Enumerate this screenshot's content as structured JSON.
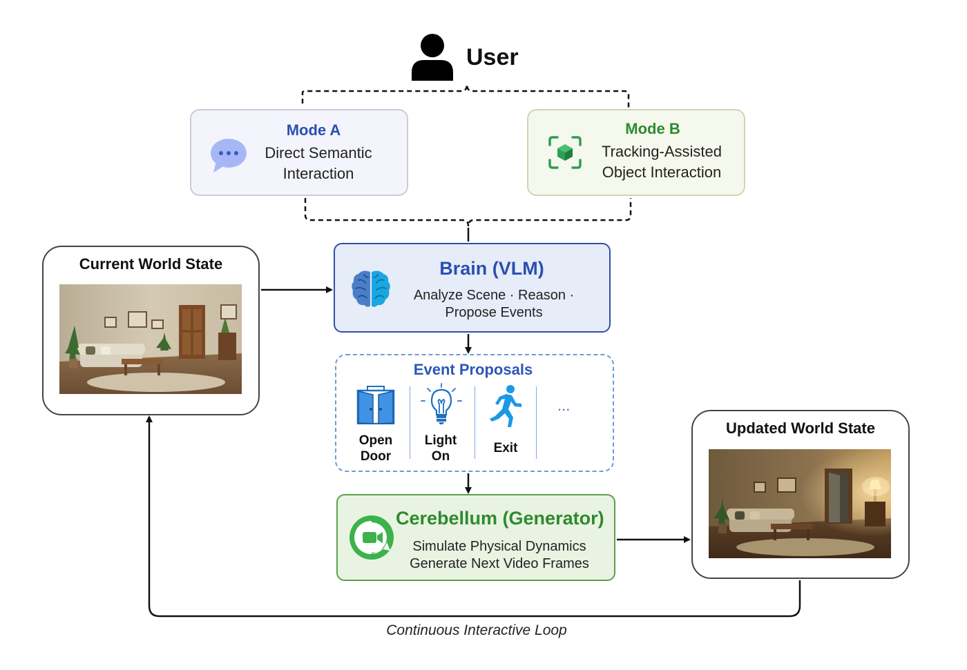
{
  "user": {
    "label": "User"
  },
  "mode_a": {
    "title": "Mode A",
    "line1": "Direct Semantic",
    "line2": "Interaction",
    "color": "#2a4fb0"
  },
  "mode_b": {
    "title": "Mode B",
    "line1": "Tracking-Assisted",
    "line2": "Object Interaction",
    "color": "#2e8a2e"
  },
  "brain": {
    "title": "Brain (VLM)",
    "line1": "Analyze Scene · Reason ·",
    "line2": "Propose Events"
  },
  "events": {
    "title": "Event Proposals",
    "items": [
      {
        "line1": "Open",
        "line2": "Door"
      },
      {
        "line1": "Light",
        "line2": "On"
      },
      {
        "line1": "Exit",
        "line2": ""
      }
    ],
    "more": "..."
  },
  "cerebellum": {
    "title": "Cerebellum (Generator)",
    "line1": "Simulate Physical Dynamics",
    "line2": "Generate Next Video Frames"
  },
  "current_world": {
    "title": "Current World State"
  },
  "updated_world": {
    "title": "Updated World State"
  },
  "loop": {
    "label": "Continuous Interactive Loop"
  }
}
